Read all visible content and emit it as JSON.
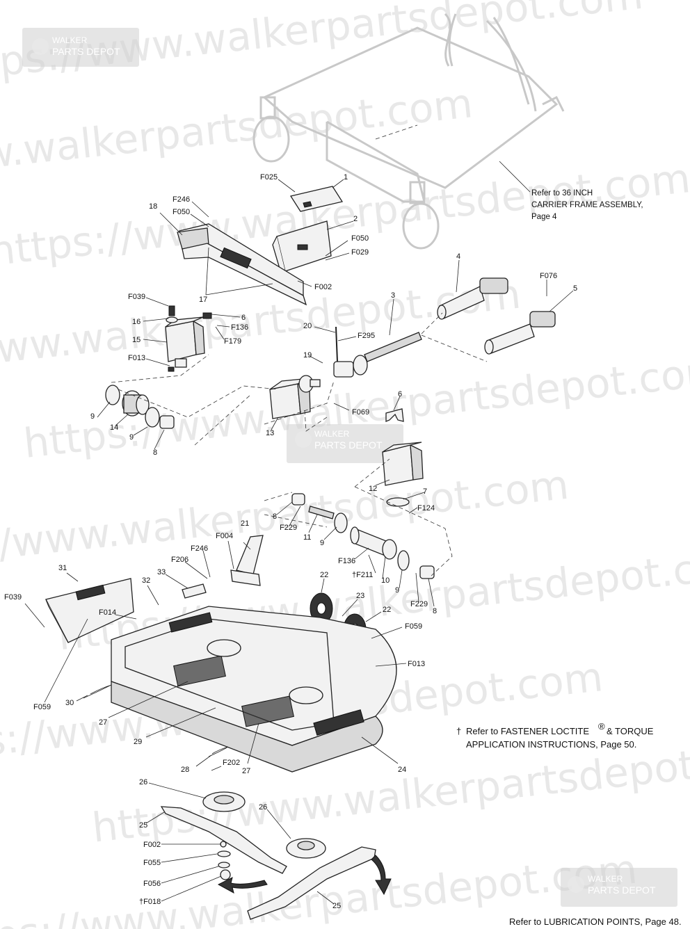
{
  "watermark": {
    "text": "https://www.walkerpartsdepot.com",
    "badge_line1": "WALKER",
    "badge_line2": "PARTS DEPOT"
  },
  "references": {
    "frame_line1": "Refer to 36 INCH",
    "frame_line2": "CARRIER FRAME ASSEMBLY,",
    "frame_line3": "Page 4",
    "loctite_line1": "Refer to FASTENER LOCTITE",
    "loctite_line2": "& TORQUE",
    "loctite_line3": "APPLICATION INSTRUCTIONS, Page 50.",
    "loctite_dagger": "†",
    "loctite_reg": "®",
    "lube": "Refer to LUBRICATION POINTS, Page 48."
  },
  "callouts": {
    "c1": "1",
    "c2": "2",
    "c3": "3",
    "c4": "4",
    "c5": "5",
    "c6a": "6",
    "c6b": "6",
    "c7": "7",
    "c8a": "8",
    "c8b": "8",
    "c8c": "8",
    "c9a": "9",
    "c9b": "9",
    "c9c": "9",
    "c9d": "9",
    "c10": "10",
    "c11": "11",
    "c12": "12",
    "c13": "13",
    "c14": "14",
    "c15": "15",
    "c16": "16",
    "c17": "17",
    "c18": "18",
    "c19": "19",
    "c20": "20",
    "c21": "21",
    "c22a": "22",
    "c22b": "22",
    "c23": "23",
    "c24": "24",
    "c25a": "25",
    "c25b": "25",
    "c26a": "26",
    "c26b": "26",
    "c27a": "27",
    "c27b": "27",
    "c28": "28",
    "c29": "29",
    "c30": "30",
    "c31": "31",
    "c32": "32",
    "c33": "33",
    "F025": "F025",
    "F246a": "F246",
    "F246b": "F246",
    "F050a": "F050",
    "F050b": "F050",
    "F029": "F029",
    "F002a": "F002",
    "F002b": "F002",
    "F076": "F076",
    "F039a": "F039",
    "F039b": "F039",
    "F136a": "F136",
    "F136b": "F136",
    "F179": "F179",
    "F295": "F295",
    "F013a": "F013",
    "F013b": "F013",
    "F069": "F069",
    "F124": "F124",
    "F229a": "F229",
    "F229b": "F229",
    "F211": "†F211",
    "F004": "F004",
    "F206": "F206",
    "F014": "F014",
    "F059a": "F059",
    "F059b": "F059",
    "F202": "F202",
    "F055": "F055",
    "F056": "F056",
    "F018": "†F018"
  }
}
